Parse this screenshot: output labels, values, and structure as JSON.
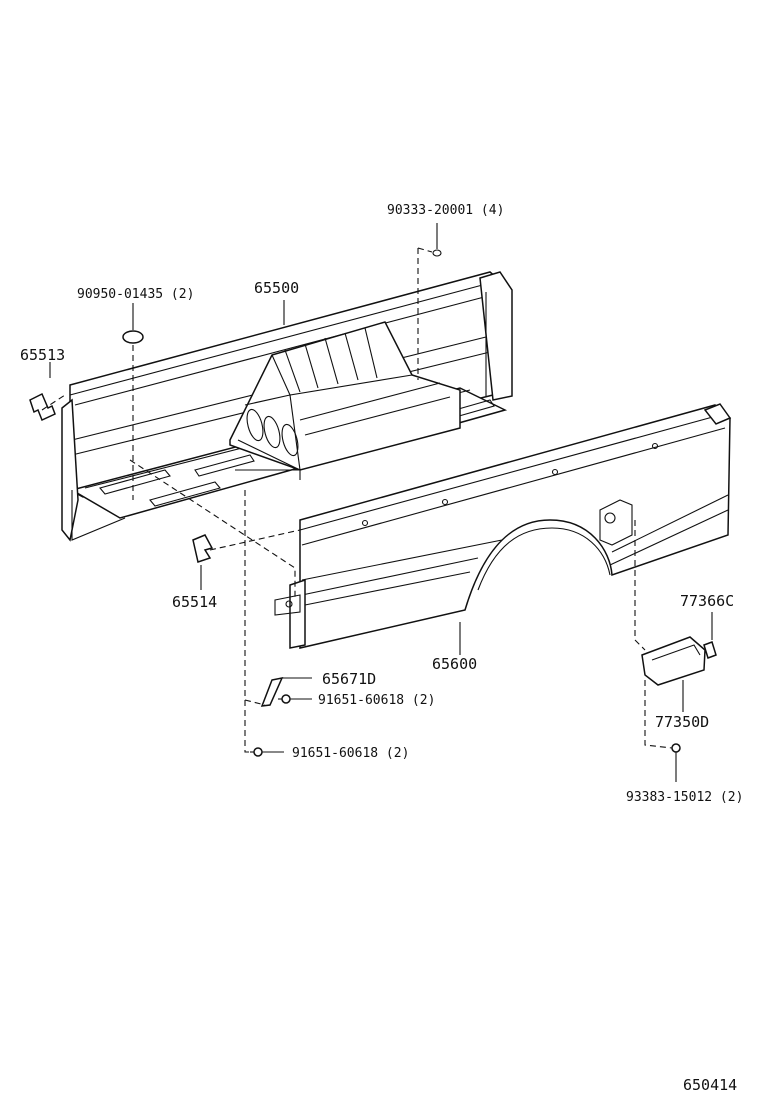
{
  "diagram_id": "650414",
  "callouts": {
    "part_65500": "65500",
    "part_65513": "65513",
    "part_65514": "65514",
    "part_65600": "65600",
    "part_65671d": "65671D",
    "part_77366c": "77366C",
    "part_77350d": "77350D",
    "part_90950": "90950-01435 (2)",
    "part_90333": "90333-20001 (4)",
    "part_91651_a": "91651-60618 (2)",
    "part_91651_b": "91651-60618 (2)",
    "part_93383": "93383-15012 (2)"
  }
}
